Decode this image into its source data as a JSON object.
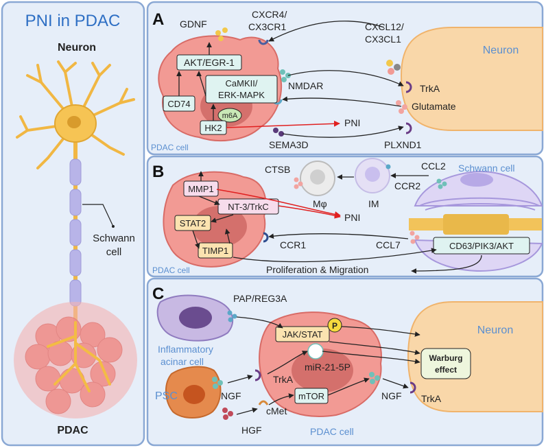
{
  "left_panel": {
    "title": "PNI in PDAC",
    "neuron_label": "Neuron",
    "schwann_label_1": "Schwann",
    "schwann_label_2": "cell",
    "pdac_label": "PDAC"
  },
  "panel_a": {
    "letter": "A",
    "cell_label": "PDAC cell",
    "neuron_label": "Neuron",
    "gdnf": "GDNF",
    "cxcr4_1": "CXCR4/",
    "cxcr4_2": "CX3CR1",
    "cxcl12_1": "CXCL12/",
    "cxcl12_2": "CX3CL1",
    "akt": "AKT/EGR-1",
    "camkii_1": "CaMKII/",
    "camkii_2": "ERK-MAPK",
    "cd74": "CD74",
    "m6a": "m6A",
    "hk2": "HK2",
    "nmdar": "NMDAR",
    "trka": "TrkA",
    "glutamate": "Glutamate",
    "pni": "PNI",
    "sema3d": "SEMA3D",
    "plxnd1": "PLXND1"
  },
  "panel_b": {
    "letter": "B",
    "cell_label": "PDAC cell",
    "schwann_label": "Schwann cell",
    "ctsb": "CTSB",
    "mphi": "Mφ",
    "im": "IM",
    "ccl2": "CCL2",
    "ccr2": "CCR2",
    "mmp1": "MMP1",
    "nt3": "NT-3/TrkC",
    "stat2": "STAT2",
    "timp1": "TIMP1",
    "pni": "PNI",
    "ccr1": "CCR1",
    "ccl7": "CCL7",
    "cd63": "CD63/PIK3/AKT",
    "prolif": "Proliferation & Migration"
  },
  "panel_c": {
    "letter": "C",
    "pap": "PAP/REG3A",
    "acinar_1": "Inflammatory",
    "acinar_2": "acinar cell",
    "jak": "JAK/STAT",
    "p": "P",
    "neuron_label": "Neuron",
    "trka_left": "TrkA",
    "mir": "miR-21-5P",
    "warburg_1": "Warburg",
    "warburg_2": "effect",
    "ngf_left": "NGF",
    "psc": "PSC",
    "mtor": "mTOR",
    "ngf_right": "NGF",
    "trka_right": "TrkA",
    "cmet": "cMet",
    "hgf": "HGF",
    "cell_label": "PDAC cell"
  },
  "colors": {
    "panel_border": "#8aa8d4",
    "panel_fill": "#e6eef9",
    "title_blue": "#2e6fc4",
    "label_blue": "#5b8fd0",
    "red_arrow": "#e02020",
    "cell_fill": "#f29a94",
    "cell_edge": "#d86b66",
    "nucleus": "#d4706c",
    "neuron": "#f6c98a",
    "box_teal": "#dff3f1",
    "box_pink": "#f7dcec",
    "box_yellow": "#fbe3b0"
  }
}
